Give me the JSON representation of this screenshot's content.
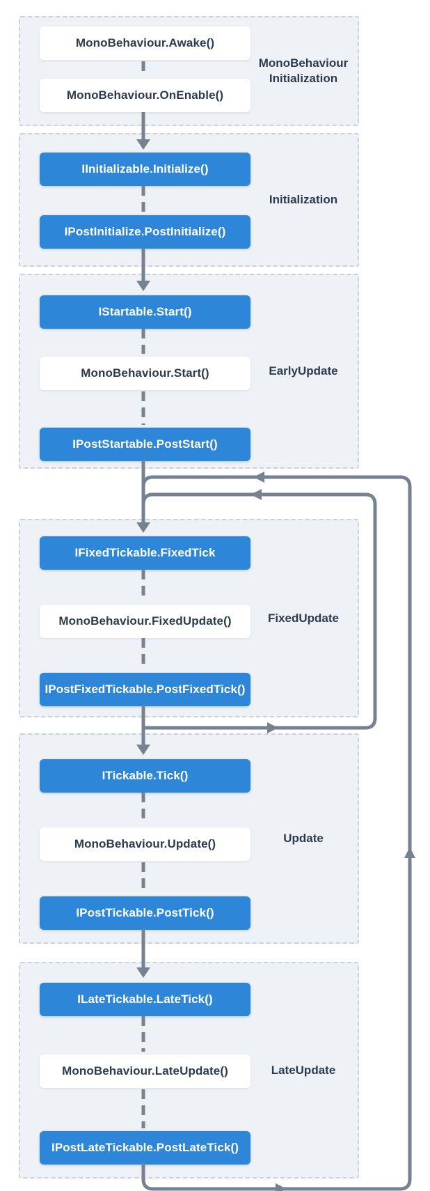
{
  "colors": {
    "accent": "#2e86d8",
    "section_bg": "#eef1f5",
    "section_border": "#c9d2db",
    "connector": "#76828f",
    "text_dark": "#2c3b4d",
    "box_text_light": "#ffffff"
  },
  "sections": [
    {
      "label": "MonoBehaviour Initialization",
      "boxes": [
        {
          "text": "MonoBehaviour.Awake()",
          "style": "plain"
        },
        {
          "text": "MonoBehaviour.OnEnable()",
          "style": "plain"
        }
      ]
    },
    {
      "label": "Initialization",
      "boxes": [
        {
          "text": "IInitializable.Initialize()",
          "style": "accent"
        },
        {
          "text": "IPostInitialize.PostInitialize()",
          "style": "accent"
        }
      ]
    },
    {
      "label": "EarlyUpdate",
      "boxes": [
        {
          "text": "IStartable.Start()",
          "style": "accent"
        },
        {
          "text": "MonoBehaviour.Start()",
          "style": "plain"
        },
        {
          "text": "IPostStartable.PostStart()",
          "style": "accent"
        }
      ]
    },
    {
      "label": "FixedUpdate",
      "boxes": [
        {
          "text": "IFixedTickable.FixedTick",
          "style": "accent"
        },
        {
          "text": "MonoBehaviour.FixedUpdate()",
          "style": "plain"
        },
        {
          "text": "IPostFixedTickable.PostFixedTick()",
          "style": "accent"
        }
      ]
    },
    {
      "label": "Update",
      "boxes": [
        {
          "text": "ITickable.Tick()",
          "style": "accent"
        },
        {
          "text": "MonoBehaviour.Update()",
          "style": "plain"
        },
        {
          "text": "IPostTickable.PostTick()",
          "style": "accent"
        }
      ]
    },
    {
      "label": "LateUpdate",
      "boxes": [
        {
          "text": "ILateTickable.LateTick()",
          "style": "accent"
        },
        {
          "text": "MonoBehaviour.LateUpdate()",
          "style": "plain"
        },
        {
          "text": "IPostLateTickable.PostLateTick()",
          "style": "accent"
        }
      ]
    }
  ]
}
